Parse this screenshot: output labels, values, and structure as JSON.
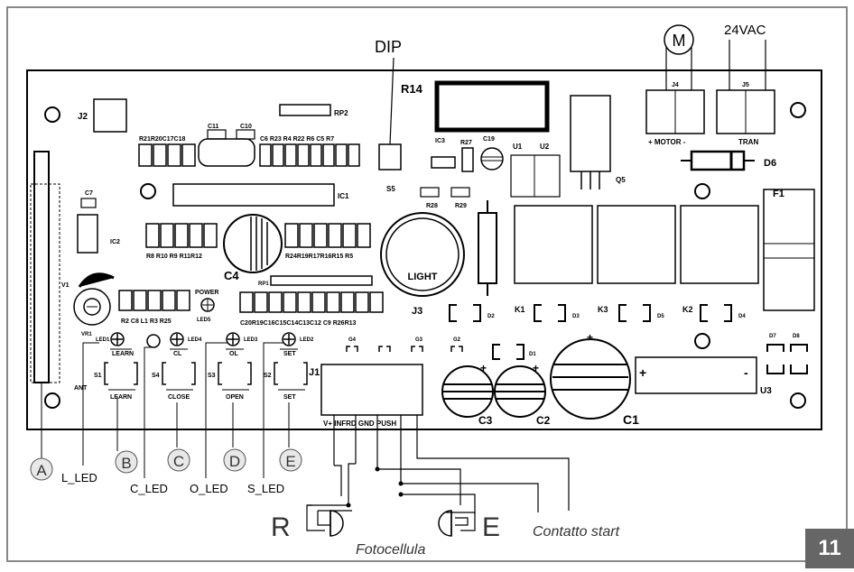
{
  "top": {
    "dip": "DIP",
    "motor_symbol": "M",
    "supply": "24VAC"
  },
  "board": {
    "r14": "R14",
    "j2": "J2",
    "rp2": "RP2",
    "ic3": "IC3",
    "r27": "R27",
    "c19": "C19",
    "u1": "U1",
    "u2": "U2",
    "j4": "J4",
    "j5": "J5",
    "motor_label": "+ MOTOR -",
    "tran": "TRAN",
    "d6": "D6",
    "f1": "F1",
    "q5": "Q5",
    "s5": "S5",
    "c7": "C7",
    "ic2": "IC2",
    "ic1": "IC1",
    "c11": "C11",
    "c10": "C10",
    "top_res_left": "R21R20C17C18",
    "top_res_right": "C6 R23 R4 R22 R6 C5 R7",
    "mid_res_left": "R8 R10 R9 R11R12",
    "mid_res_right": "R24R19R17R16R15 R5",
    "c4": "C4",
    "light": "LIGHT",
    "j3": "J3",
    "r28": "R28",
    "r29": "R29",
    "k1": "K1",
    "k2": "K2",
    "k3": "K3",
    "d2": "D2",
    "d3": "D3",
    "d4": "D4",
    "d5": "D5",
    "rp1": "RP1",
    "power": "POWER",
    "led5": "LED5",
    "left_res": "R2 C8 L1 R3 R25",
    "mid_res_bottom": "C20R19C16C15C14C13C12 C9 R26R13",
    "vr1": "VR1",
    "v1": "V1",
    "ant": "ANT",
    "led1": "LED1",
    "led4": "LED4",
    "led3": "LED3",
    "led2": "LED2",
    "learn_top": "LEARN",
    "cl_top": "CL",
    "ol_top": "OL",
    "set_top": "SET",
    "s1": "S1",
    "s4": "S4",
    "s3": "S3",
    "s2": "S2",
    "learn_btm": "LEARN",
    "close_btm": "CLOSE",
    "open_btm": "OPEN",
    "set_btm": "SET",
    "j1": "J1",
    "g4": "G4",
    "g3": "G3",
    "g2": "G2",
    "d1": "D1",
    "terminals": "V+ INFRD GND PUSH",
    "c3": "C3",
    "c2": "C2",
    "c1": "C1",
    "u3": "U3",
    "d7": "D7",
    "d8": "D8",
    "plus": "+",
    "minus": "-"
  },
  "callouts": [
    "A",
    "B",
    "C",
    "D",
    "E"
  ],
  "led_labels": [
    "L_LED",
    "C_LED",
    "O_LED",
    "S_LED"
  ],
  "bottom": {
    "r": "R",
    "e": "E",
    "contatto": "Contatto start",
    "fotocellula": "Fotocellula"
  },
  "page_number": "11"
}
